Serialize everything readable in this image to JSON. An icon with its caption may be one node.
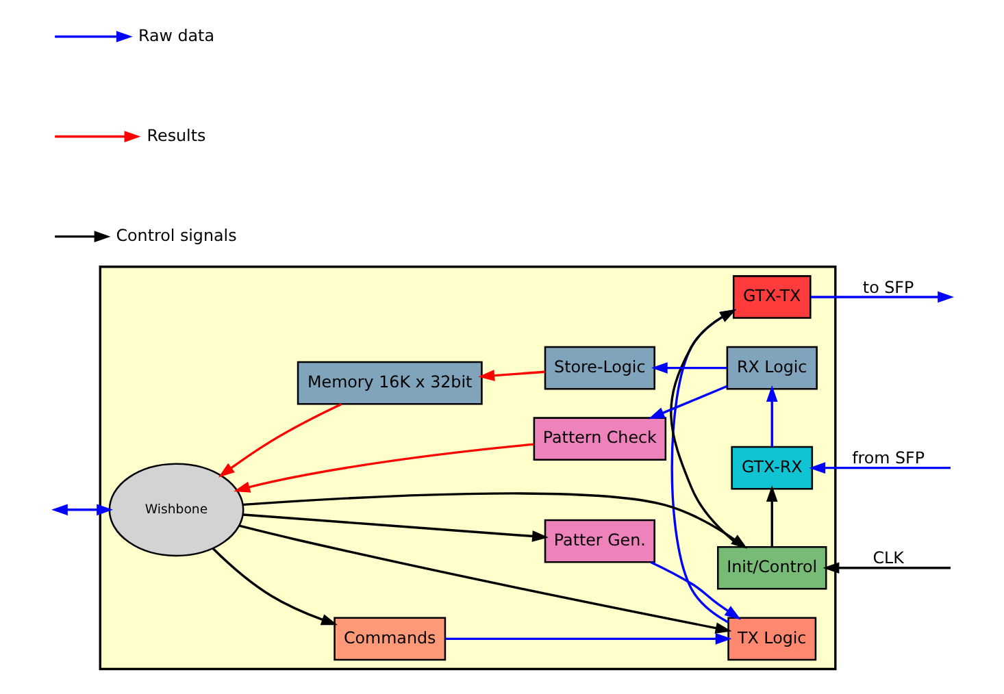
{
  "diagram": {
    "nodes": [
      {
        "text": [],
        "shape": "box"
      },
      {
        "text": [
          "Commands"
        ],
        "in": 0
      },
      {
        "text": [
          "TX Logic"
        ],
        "in": 0
      },
      {
        "text": [
          "Wishbone"
        ],
        "in": 0
      },
      {
        "text": [
          "Patter Gen."
        ],
        "in": 0
      },
      {
        "text": [
          "GTX-TX"
        ],
        "in": 0
      },
      {
        "text": [
          "Init/Control"
        ],
        "in": 0
      },
      {
        "text": [
          "Pattern Check"
        ],
        "in": 0
      },
      {
        "text": [
          "GTX-RX"
        ],
        "in": 0
      },
      {
        "text": [
          "Memory 16K x 32bit"
        ],
        "in": 0
      },
      {
        "text": [
          "Store-Logic"
        ],
        "in": 0
      },
      {
        "text": [
          "RX Logic"
        ],
        "in": 0
      }
    ],
    "edges": [
      {
        "from": 1,
        "to": 2,
        "arrow": "to"
      },
      {
        "from": 3,
        "to": 1,
        "arrow": "to",
        "color": "#000000"
      },
      {
        "from": 3,
        "to": 2,
        "arrow": "to",
        "color": "#000000"
      },
      {
        "from": 4,
        "to": 2,
        "arrow": "to"
      },
      {
        "from": 2,
        "to": 5,
        "arrow": "to"
      },
      {
        "from": 3,
        "to": 4,
        "arrow": "to",
        "color": "#000000"
      },
      {
        "from": 3,
        "to": 6,
        "arrow": "to",
        "color": "#000000"
      },
      {
        "from": 6,
        "to": 5,
        "arrow": "to",
        "color": "#000000"
      },
      {
        "from": 6,
        "to": 8,
        "arrow": "to",
        "color": "#000000"
      },
      {
        "from": 5,
        "to": null,
        "arrow": "to",
        "label": "to SFP"
      },
      {
        "from": null,
        "to": 6,
        "arrow": "to",
        "label": "CLK",
        "color": "#000000"
      },
      {
        "from": null,
        "to": 8,
        "arrow": "to",
        "label": "from SFP"
      },
      {
        "from": 8,
        "to": 11,
        "arrow": "to"
      },
      {
        "from": 11,
        "to": 7,
        "arrow": "to"
      },
      {
        "from": 11,
        "to": 10,
        "arrow": "to"
      },
      {
        "from": 10,
        "to": 9,
        "arrow": "to",
        "color": "#ff0000"
      },
      {
        "from": 9,
        "to": 3,
        "arrow": "to",
        "color": "#ff0000"
      },
      {
        "from": 7,
        "to": 3,
        "arrow": "to",
        "color": "#ff0000"
      },
      {
        "from": null,
        "to": 3,
        "arrow": "both"
      }
    ],
    "legend": [
      {
        "text": "Raw data"
      },
      {
        "text": "Results"
      },
      {
        "text": "Control signals"
      }
    ]
  }
}
